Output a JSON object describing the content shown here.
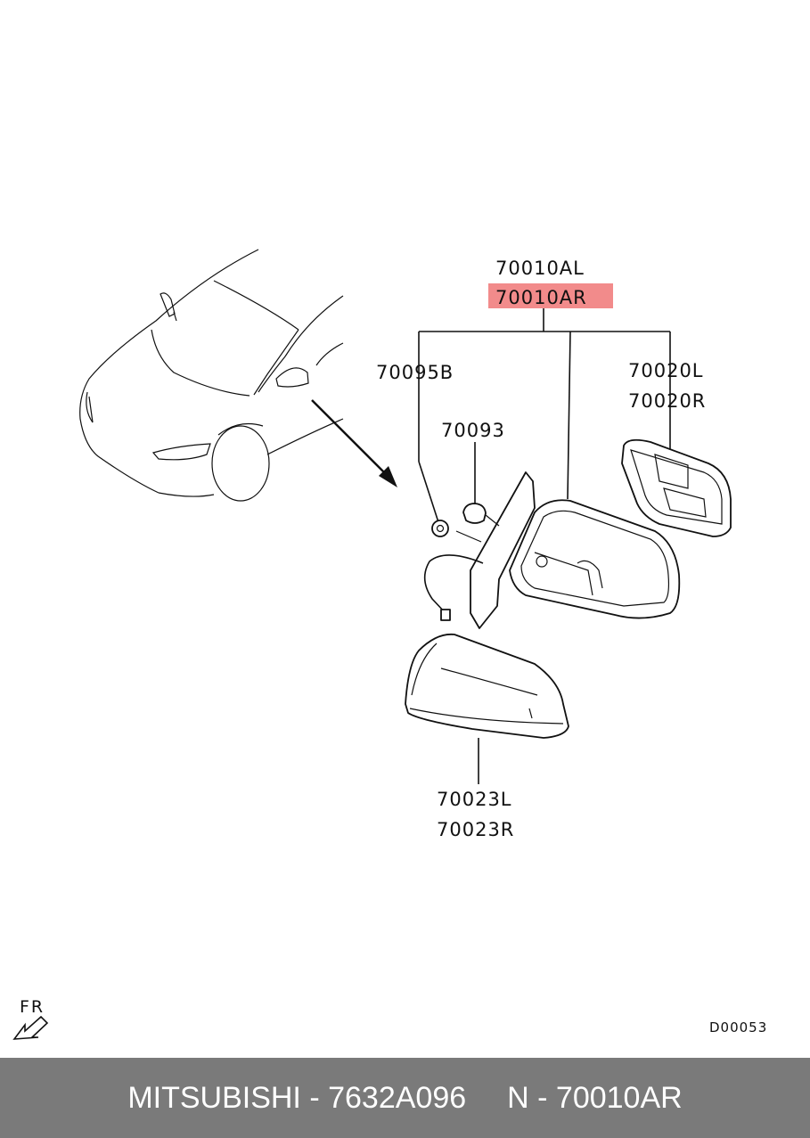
{
  "labels": {
    "assembly_l": "70010AL",
    "assembly_r": "70010AR",
    "part_70095b": "70095B",
    "part_70093": "70093",
    "part_70020l": "70020L",
    "part_70020r": "70020R",
    "part_70023l": "70023L",
    "part_70023r": "70023R",
    "front_indicator": "FR",
    "diagram_code": "D00053"
  },
  "highlight_color": "#f28b8b",
  "footer": {
    "brand_part": "MITSUBISHI - 7632A096",
    "ref": "N - 70010AR"
  }
}
